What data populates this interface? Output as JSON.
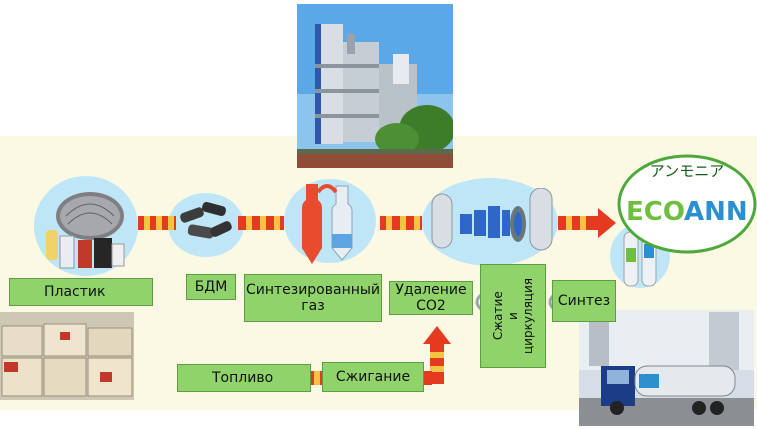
{
  "labels": {
    "plastic": "Пластик",
    "bdm": "БДМ",
    "syngas": "Синтезированный газ",
    "co2_removal": "Удаление CO2",
    "compression": [
      "Сжатие",
      "и",
      "циркуляция"
    ],
    "synthesis": "Синтез",
    "fuel": "Топливо",
    "combustion": "Сжигание"
  },
  "logo": {
    "jp_text": "アンモニア",
    "eco": "ECO",
    "ann": "ANN"
  },
  "colors": {
    "panel": "#fbf8e3",
    "label_fill": "#8fd36a",
    "arrow_red": "#e43a20",
    "arrow_yellow": "#f5c542",
    "blob": "#bfe6f7",
    "logo_green": "#6fbf3f",
    "logo_blue": "#2b8fd0"
  },
  "icons": {
    "plastic": "plastic-bales-icon",
    "bdm": "coal-pellets-icon",
    "syngas": "gasifier-reactors-icon",
    "co2": "scrubber-columns-icon",
    "compressor": "compressor-icon",
    "ammonia": "ammonia-cylinders-icon"
  }
}
